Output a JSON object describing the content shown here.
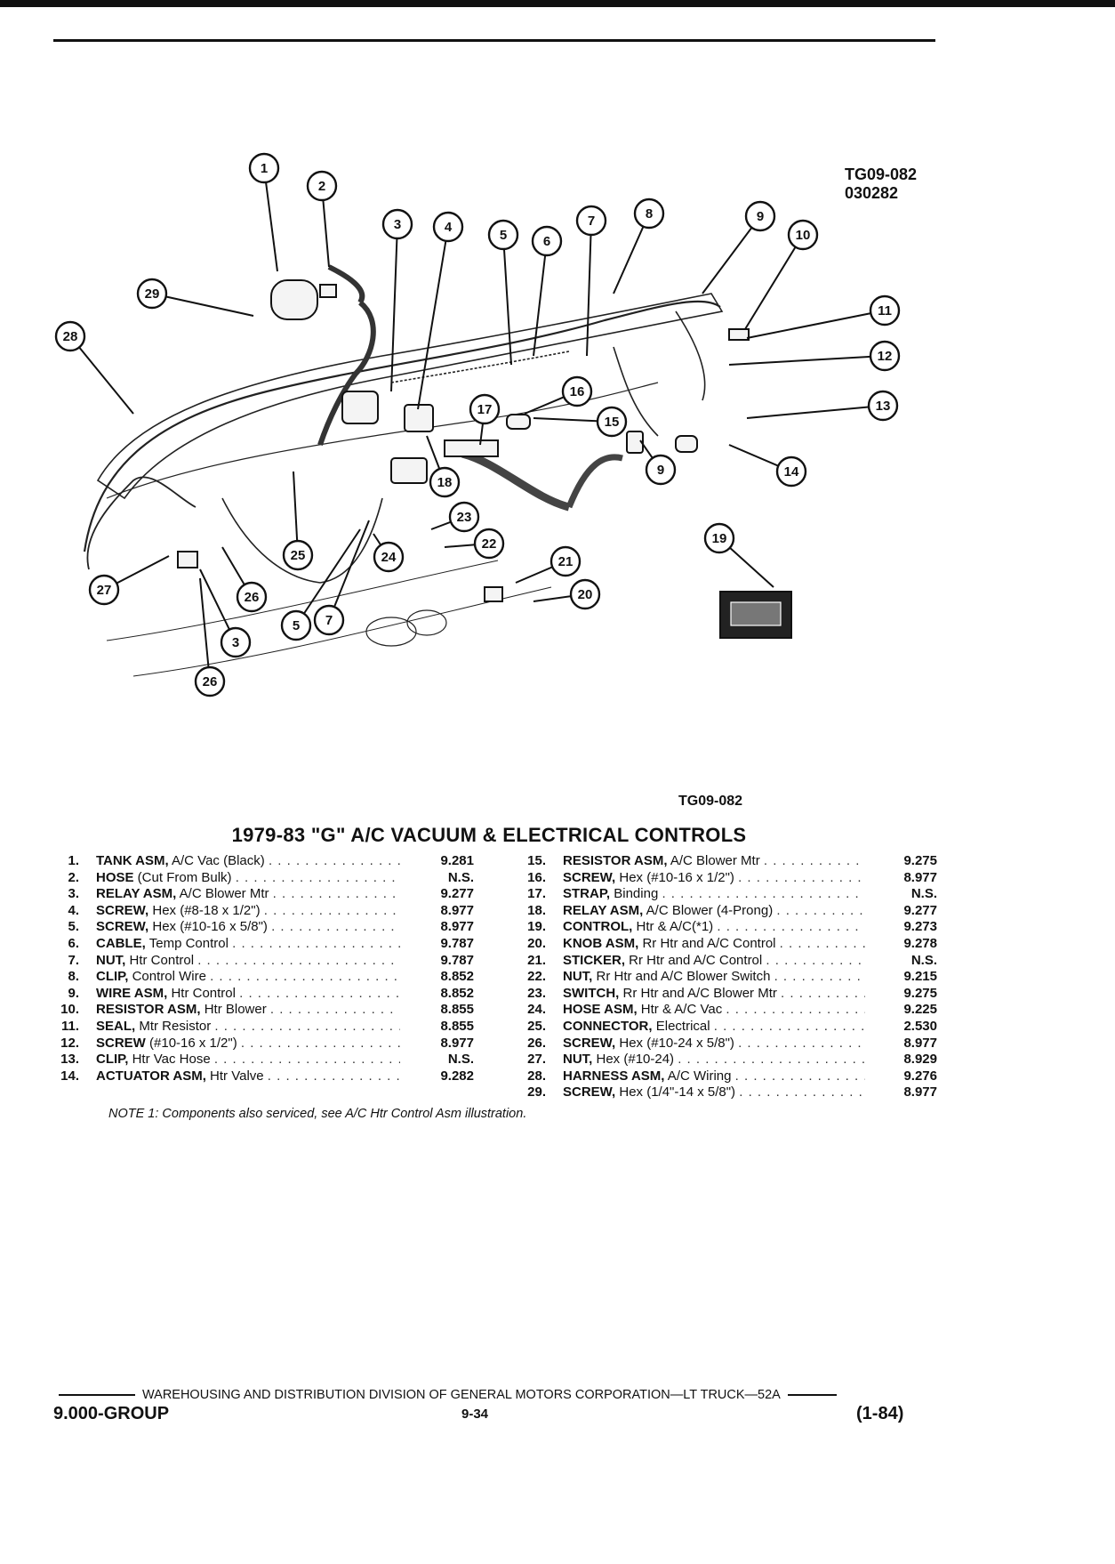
{
  "header": {
    "ref_code": "TG09-082",
    "ref_number": "030282"
  },
  "diagram": {
    "callout_labels": [
      "1",
      "2",
      "3",
      "4",
      "5",
      "6",
      "7",
      "8",
      "9",
      "10",
      "11",
      "12",
      "13",
      "14",
      "15",
      "16",
      "17",
      "18",
      "19",
      "20",
      "21",
      "22",
      "23",
      "24",
      "25",
      "26",
      "27",
      "28",
      "29",
      "3",
      "5",
      "7",
      "9",
      "26"
    ],
    "figure_code": "TG09-082"
  },
  "title": "1979-83 \"G\" A/C VACUUM & ELECTRICAL CONTROLS",
  "parts_left": [
    {
      "num": "1.",
      "name": "TANK ASM,",
      "detail": "A/C Vac (Black)",
      "group": "9.281"
    },
    {
      "num": "2.",
      "name": "HOSE",
      "detail": "(Cut From Bulk)",
      "group": "N.S."
    },
    {
      "num": "3.",
      "name": "RELAY ASM,",
      "detail": "A/C Blower Mtr",
      "group": "9.277"
    },
    {
      "num": "4.",
      "name": "SCREW,",
      "detail": "Hex (#8-18 x 1/2\")",
      "group": "8.977"
    },
    {
      "num": "5.",
      "name": "SCREW,",
      "detail": "Hex (#10-16 x 5/8\")",
      "group": "8.977"
    },
    {
      "num": "6.",
      "name": "CABLE,",
      "detail": "Temp Control",
      "group": "9.787"
    },
    {
      "num": "7.",
      "name": "NUT,",
      "detail": "Htr Control",
      "group": "9.787"
    },
    {
      "num": "8.",
      "name": "CLIP,",
      "detail": "Control Wire",
      "group": "8.852"
    },
    {
      "num": "9.",
      "name": "WIRE ASM,",
      "detail": "Htr Control",
      "group": "8.852"
    },
    {
      "num": "10.",
      "name": "RESISTOR ASM,",
      "detail": "Htr Blower",
      "group": "8.855"
    },
    {
      "num": "11.",
      "name": "SEAL,",
      "detail": "Mtr Resistor",
      "group": "8.855"
    },
    {
      "num": "12.",
      "name": "SCREW",
      "detail": "(#10-16 x 1/2\")",
      "group": "8.977"
    },
    {
      "num": "13.",
      "name": "CLIP,",
      "detail": "Htr Vac Hose",
      "group": "N.S."
    },
    {
      "num": "14.",
      "name": "ACTUATOR ASM,",
      "detail": "Htr Valve",
      "group": "9.282"
    }
  ],
  "parts_right": [
    {
      "num": "15.",
      "name": "RESISTOR ASM,",
      "detail": "A/C Blower Mtr",
      "group": "9.275"
    },
    {
      "num": "16.",
      "name": "SCREW,",
      "detail": "Hex (#10-16 x 1/2\")",
      "group": "8.977"
    },
    {
      "num": "17.",
      "name": "STRAP,",
      "detail": "Binding",
      "group": "N.S."
    },
    {
      "num": "18.",
      "name": "RELAY ASM,",
      "detail": "A/C Blower (4-Prong)",
      "group": "9.277"
    },
    {
      "num": "19.",
      "name": "CONTROL,",
      "detail": "Htr & A/C(*1)",
      "group": "9.273"
    },
    {
      "num": "20.",
      "name": "KNOB ASM,",
      "detail": "Rr Htr and A/C Control",
      "group": "9.278"
    },
    {
      "num": "21.",
      "name": "STICKER,",
      "detail": "Rr Htr and A/C Control",
      "group": "N.S."
    },
    {
      "num": "22.",
      "name": "NUT,",
      "detail": "Rr Htr and A/C Blower Switch",
      "group": "9.215"
    },
    {
      "num": "23.",
      "name": "SWITCH,",
      "detail": "Rr Htr and A/C Blower Mtr",
      "group": "9.275"
    },
    {
      "num": "24.",
      "name": "HOSE ASM,",
      "detail": "Htr & A/C Vac",
      "group": "9.225"
    },
    {
      "num": "25.",
      "name": "CONNECTOR,",
      "detail": "Electrical",
      "group": "2.530"
    },
    {
      "num": "26.",
      "name": "SCREW,",
      "detail": "Hex (#10-24 x 5/8\")",
      "group": "8.977"
    },
    {
      "num": "27.",
      "name": "NUT,",
      "detail": "Hex (#10-24)",
      "group": "8.929"
    },
    {
      "num": "28.",
      "name": "HARNESS ASM,",
      "detail": "A/C Wiring",
      "group": "9.276"
    },
    {
      "num": "29.",
      "name": "SCREW,",
      "detail": "Hex (1/4\"-14 x 5/8\")",
      "group": "8.977"
    }
  ],
  "note": "NOTE 1: Components also serviced, see A/C Htr Control Asm illustration.",
  "footer": {
    "line": "WAREHOUSING AND DISTRIBUTION DIVISION OF GENERAL MOTORS CORPORATION—LT TRUCK—52A",
    "group": "9.000-GROUP",
    "page": "9-34",
    "date": "(1-84)"
  }
}
